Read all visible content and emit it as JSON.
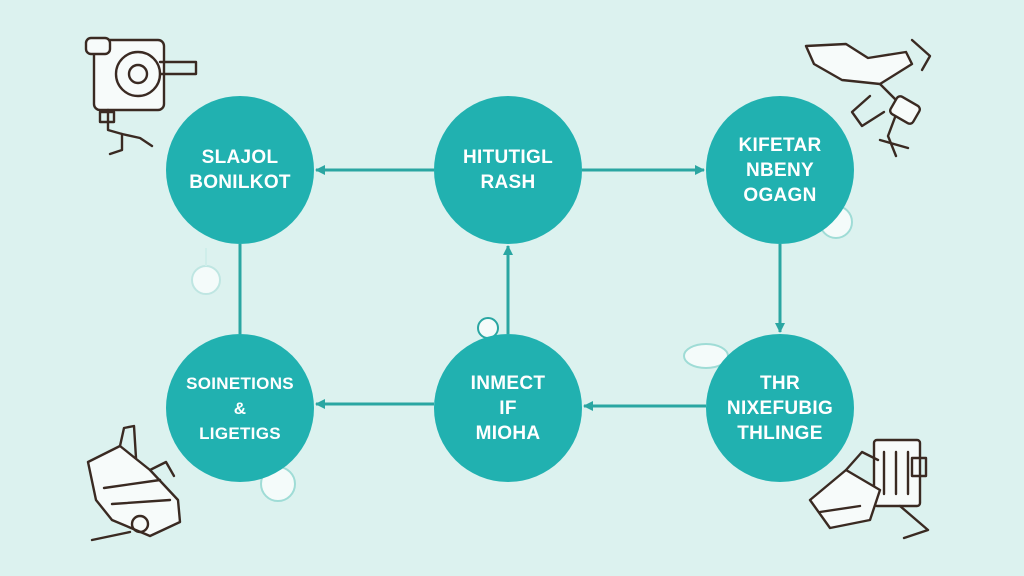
{
  "colors": {
    "background": "#dcf2ef",
    "node_fill": "#21b1b0",
    "node_text": "#ffffff",
    "arrow": "#2aa6a2",
    "sketch": "#3a2a22"
  },
  "nodes": [
    {
      "id": "n1",
      "lines": [
        "SLAJOL",
        "BONILKOT"
      ]
    },
    {
      "id": "n2",
      "lines": [
        "HITUTIGL",
        "RASH"
      ]
    },
    {
      "id": "n3",
      "lines": [
        "KIFETAR",
        "NBENY",
        "OGAGN"
      ]
    },
    {
      "id": "n4",
      "lines": [
        "SOINETIONS",
        "&",
        "LIGETIGS"
      ]
    },
    {
      "id": "n5",
      "lines": [
        "INMECT",
        "IF",
        "MIOHA"
      ]
    },
    {
      "id": "n6",
      "lines": [
        "THR",
        "NIXEFUBIG",
        "THLINGE"
      ]
    }
  ],
  "icons": {
    "top_left": "camera-machine-icon",
    "top_right": "robot-arm-icon",
    "bottom_left": "machinery-icon",
    "bottom_right": "factory-equipment-icon",
    "small": "bubble-icon"
  }
}
